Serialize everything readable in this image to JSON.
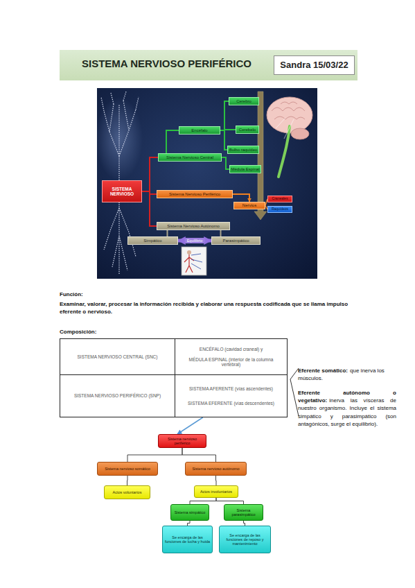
{
  "diagram": {
    "title": "SISTEMA NERVIOSO PERIFÉRICO",
    "nodes": [
      {
        "text": [
          "Sandra 15/03/22"
        ]
      },
      {
        "text": [
          "Cerebro"
        ]
      },
      {
        "text": [
          "Cerebelo"
        ]
      },
      {
        "text": [
          "Encéfalo"
        ]
      },
      {
        "text": [
          "Bulbo raquídeo"
        ]
      },
      {
        "text": [
          "Sistema Nervioso Central"
        ]
      },
      {
        "text": [
          "Médula Espinal"
        ]
      },
      {
        "text": [
          "SISTEMA NERVIOSO"
        ]
      },
      {
        "text": [
          "Sistema Nervioso Periférico"
        ]
      },
      {
        "text": [
          "Nervios"
        ]
      },
      {
        "text": [
          "Craneales"
        ]
      },
      {
        "text": [
          "Raquídeos"
        ]
      },
      {
        "text": [
          "Sistema Nervioso Autónomo"
        ]
      },
      {
        "text": [
          "Simpático"
        ]
      },
      {
        "text": [
          "Parasimpático"
        ]
      },
      {
        "text": [
          "SISTEMA NERVIOSO CENTRAL (SNC)"
        ]
      },
      {
        "text": [
          "ENCÉFALO (cavidad craneal) y",
          "MÉDULA ESPINAL (interior de la columna vertebral)"
        ]
      },
      {
        "text": [
          "SISTEMA NERVIOSO PERIFÉRICO (SNP)"
        ]
      },
      {
        "text": [
          "SISTEMA AFERENTE (vías ascendentes)",
          "SISTEMA EFERENTE (vías descendentes)"
        ]
      },
      {
        "text": [
          "Sistema nervioso periférico"
        ]
      },
      {
        "text": [
          "Sistema nervioso somático"
        ]
      },
      {
        "text": [
          "Sistema nervioso autónomo"
        ]
      },
      {
        "text": [
          "Actos voluntarios"
        ]
      },
      {
        "text": [
          "Actos involuntarios"
        ]
      },
      {
        "text": [
          "Sistema simpático"
        ]
      },
      {
        "text": [
          "Sistema parasimpático"
        ]
      },
      {
        "text": [
          "Se encarga de las funciones de lucha y huida"
        ]
      },
      {
        "text": [
          "Se encarga de las funciones de reposo y mantenimiento"
        ]
      }
    ],
    "edges": [
      {
        "from": 7,
        "to": 5,
        "arrow": "none"
      },
      {
        "from": 7,
        "to": 8,
        "arrow": "none"
      },
      {
        "from": 7,
        "to": 12,
        "arrow": "none"
      },
      {
        "from": 5,
        "to": 3,
        "arrow": "none"
      },
      {
        "from": 5,
        "to": 6,
        "arrow": "none"
      },
      {
        "from": 3,
        "to": 1,
        "arrow": "none"
      },
      {
        "from": 3,
        "to": 2,
        "arrow": "none"
      },
      {
        "from": 3,
        "to": 4,
        "arrow": "none"
      },
      {
        "from": 8,
        "to": 9,
        "arrow": "to"
      },
      {
        "from": 9,
        "to": 10,
        "arrow": "none"
      },
      {
        "from": 9,
        "to": 11,
        "arrow": "none"
      },
      {
        "from": 12,
        "to": 13,
        "arrow": "none"
      },
      {
        "from": 12,
        "to": 14,
        "arrow": "none"
      },
      {
        "from": 13,
        "to": 14,
        "label": "Equilibrio",
        "arrow": "both"
      },
      {
        "from": 18,
        "to": 19,
        "arrow": "to"
      },
      {
        "from": 19,
        "to": 20,
        "arrow": "none"
      },
      {
        "from": 19,
        "to": 21,
        "arrow": "none"
      },
      {
        "from": 20,
        "to": 22,
        "arrow": "none"
      },
      {
        "from": 21,
        "to": 23,
        "arrow": "none"
      },
      {
        "from": 23,
        "to": 24,
        "arrow": "none"
      },
      {
        "from": 23,
        "to": 25,
        "arrow": "none"
      },
      {
        "from": 24,
        "to": 26,
        "arrow": "none"
      },
      {
        "from": 25,
        "to": 27,
        "arrow": "none"
      }
    ],
    "labels": [
      "Función:",
      "Examinar, valorar, procesar la información recibida y elaborar una respuesta codificada que se llama impulso eferente o nervioso.",
      "Composición:",
      "Eferente somático:",
      "que inerva los músculos.",
      "Eferente autónomo o vegetativo:",
      "inerva las vísceras de nuestro organismo. Incluye el sistema simpático y parasimpático (son antagónicos, surge el equilibrio)."
    ]
  }
}
